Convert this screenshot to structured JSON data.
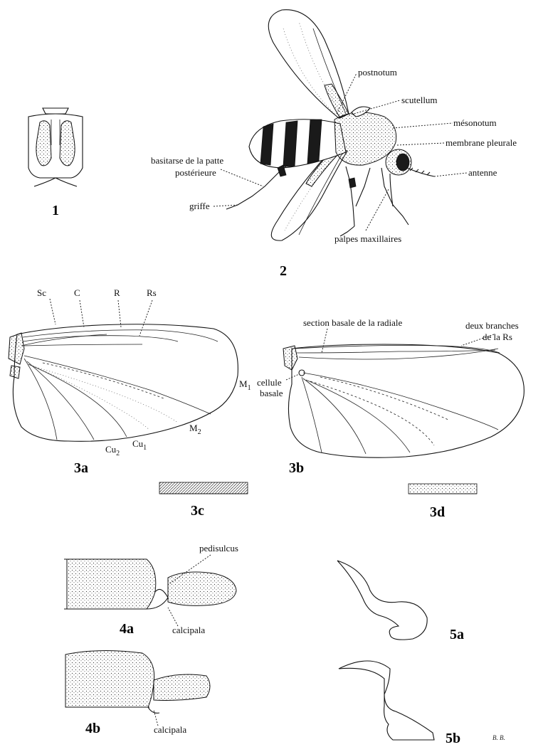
{
  "figures": {
    "f1": {
      "number": "1"
    },
    "f2": {
      "number": "2",
      "labels": {
        "postnotum": "postnotum",
        "scutellum": "scutellum",
        "mesonotum": "mésonotum",
        "membrane": "membrane pleurale",
        "antenne": "antenne",
        "basitarse_line1": "basitarse de la patte",
        "basitarse_line2": "postérieure",
        "griffe": "griffe",
        "palpes": "palpes maxillaires"
      }
    },
    "f3a": {
      "number": "3a",
      "labels": {
        "sc": "Sc",
        "c": "C",
        "r": "R",
        "rs": "Rs",
        "m": "M",
        "m1_sub": "1",
        "m2_sub": "2",
        "cu": "Cu",
        "cu2_sub": "2",
        "cu1_sub": "1"
      }
    },
    "f3b": {
      "number": "3b",
      "labels": {
        "section_basale": "section basale de la radiale",
        "deux_branches_line1": "deux branches",
        "deux_branches_line2": "de la Rs",
        "cellule_line1": "cellule",
        "cellule_line2": "basale"
      }
    },
    "f3c": {
      "number": "3c"
    },
    "f3d": {
      "number": "3d"
    },
    "f4a": {
      "number": "4a",
      "labels": {
        "pedisulcus": "pedisulcus",
        "calcipala": "calcipala"
      }
    },
    "f4b": {
      "number": "4b",
      "labels": {
        "calcipala": "calcipala"
      }
    },
    "f5a": {
      "number": "5a"
    },
    "f5b": {
      "number": "5b"
    }
  },
  "credit": "B. B."
}
